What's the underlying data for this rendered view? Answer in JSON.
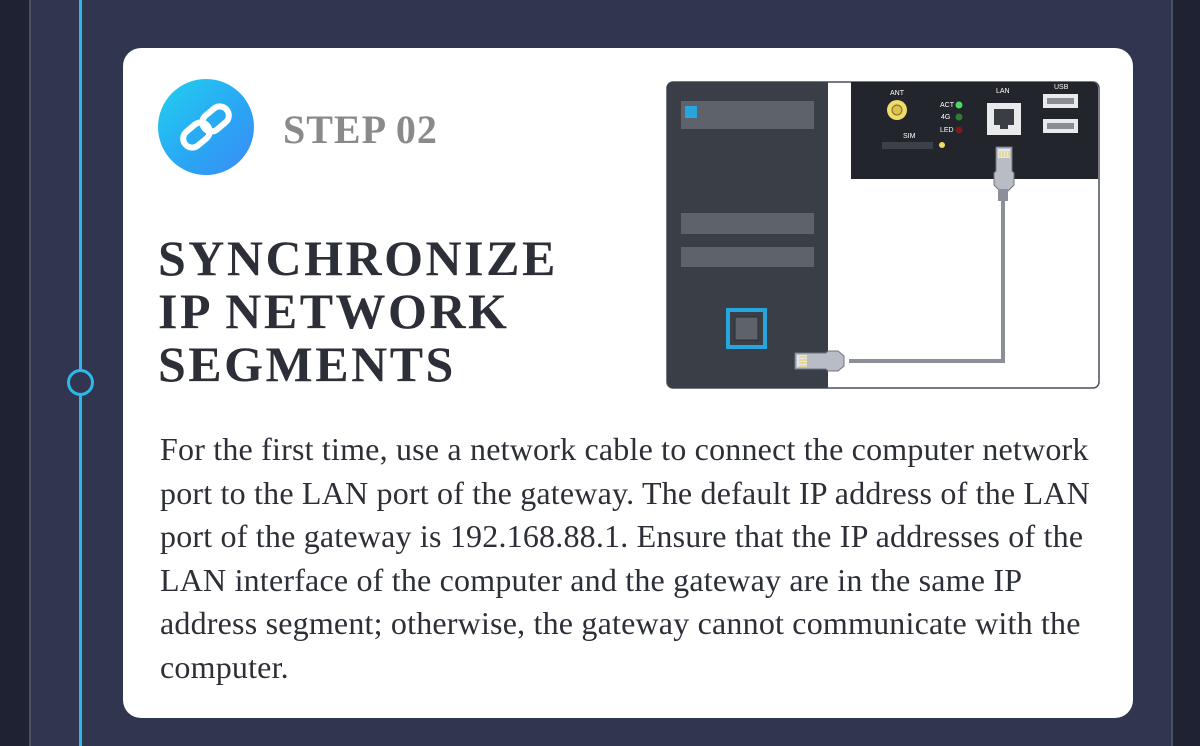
{
  "step": {
    "label": "STEP 02",
    "icon": "link-icon"
  },
  "title": {
    "line1": "SYNCHRONIZE",
    "line2": "IP NETWORK",
    "line3": "SEGMENTS"
  },
  "description": "For the first time, use a network cable to connect the computer network port to the LAN port of the gateway. The default IP address of the LAN port of the gateway is 192.168.88.1. Ensure that the IP addresses of the LAN interface of the computer and the gateway are in the same IP address segment; otherwise, the gateway cannot communicate with the computer.",
  "gateway_labels": {
    "ant": "ANT",
    "sim": "SIM",
    "act": "ACT",
    "net": "4G",
    "led": "LED",
    "lan": "LAN",
    "usb": "USB"
  },
  "colors": {
    "background": "#303650",
    "accent": "#2ab9ea",
    "card": "#ffffff",
    "text": "#2d2f38",
    "step_label": "#8a8a8a"
  }
}
